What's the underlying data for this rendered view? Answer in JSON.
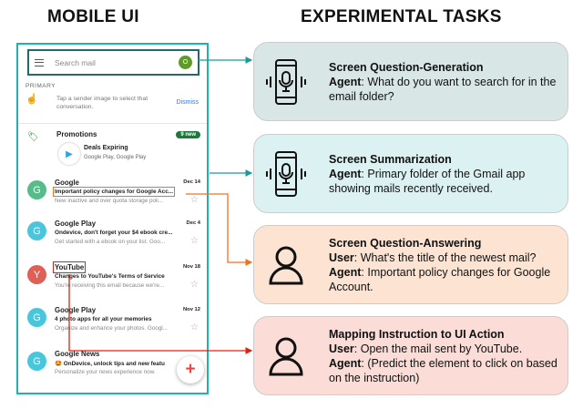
{
  "headings": {
    "left": "MOBILE UI",
    "right": "EXPERIMENTAL TASKS"
  },
  "phone": {
    "search_placeholder": "Search mail",
    "account_initial": "O",
    "section": "PRIMARY",
    "tip": "Tap a sender image to select that conversation.",
    "dismiss": "Dismiss",
    "promotions": {
      "title": "Promotions",
      "badge": "9 new",
      "deal_title": "Deals Expiring",
      "deal_sub": "Google Play, Google Play"
    },
    "mails": [
      {
        "initial": "G",
        "color": "#57bb8a",
        "from": "Google",
        "date": "Dec 14",
        "subject": "Important policy changes for Google Acc...",
        "snippet": "New inactive and over quota storage poli..."
      },
      {
        "initial": "G",
        "color": "#4ac6dc",
        "from": "Google Play",
        "date": "Dec 4",
        "subject": "Ondevice, don't forget your $4 ebook cre...",
        "snippet": "Get started with a ebook on your list. Goo..."
      },
      {
        "initial": "Y",
        "color": "#e06055",
        "from": "YouTube",
        "date": "Nov 18",
        "subject": "Changes to YouTube's Terms of Service",
        "snippet": "You're receiving this email because we're..."
      },
      {
        "initial": "G",
        "color": "#4ac6dc",
        "from": "Google Play",
        "date": "Nov 12",
        "subject": "4 photo apps for all your memories",
        "snippet": "Organize and enhance your photos. Googl..."
      },
      {
        "initial": "G",
        "color": "#4ac6dc",
        "from": "Google News",
        "date": "",
        "subject": "🤩 OnDevice, unlock tips and new featu",
        "snippet": "Personalize your news experience now."
      }
    ]
  },
  "tasks": [
    {
      "title": "Screen Question-Generation",
      "role": "Agent",
      "text": ": What do you want to search for in the email folder?",
      "icon": "phone-mic-icon",
      "bg": "#d9e6e6"
    },
    {
      "title": "Screen Summarization",
      "role": "Agent",
      "text": ": Primary folder of the Gmail app showing mails recently received.",
      "icon": "phone-mic-icon",
      "bg": "#dbf1f2"
    },
    {
      "title": "Screen Question-Answering",
      "role": "User",
      "text": ": What's the title of the newest mail?",
      "role2": "Agent",
      "text2": ": Important policy changes for Google Account.",
      "icon": "person-icon",
      "bg": "#fde4d2"
    },
    {
      "title": "Mapping Instruction to UI Action",
      "role": "User",
      "text": ": Open the mail sent by YouTube.",
      "role2": "Agent",
      "text2": ": (Predict the element to click on based on the instruction)",
      "icon": "person-icon",
      "bg": "#fbdcd6"
    }
  ],
  "colors": {
    "teal": "#1a9a9a",
    "orange": "#f07020",
    "red": "#e02010"
  }
}
